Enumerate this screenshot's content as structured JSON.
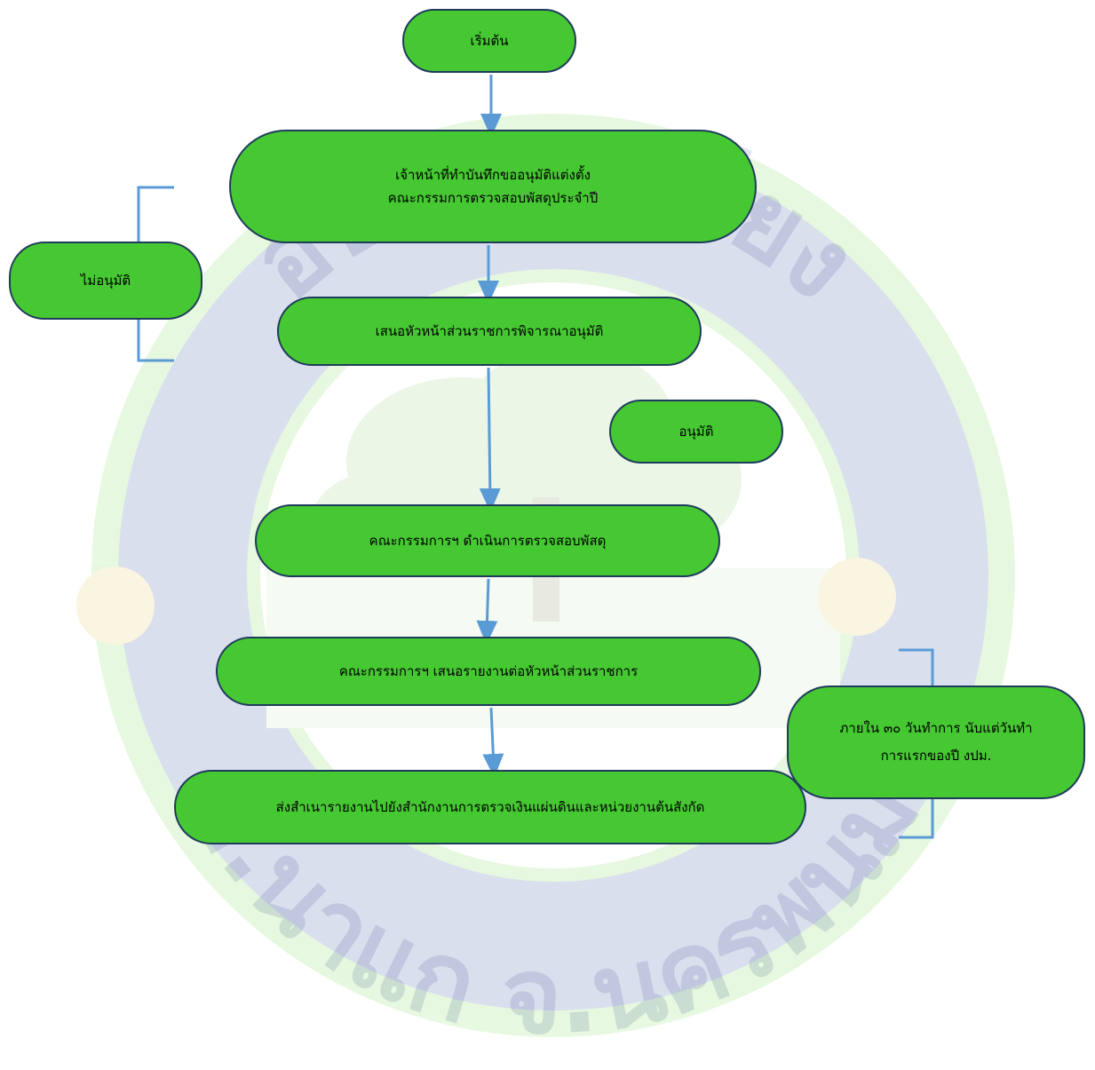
{
  "nodes": {
    "start": "เริ่มต้น",
    "memo_line1": "เจ้าหน้าที่ทำบันทึกขออนุมัติแต่งตั้ง",
    "memo_line2": "คณะกรรมการตรวจสอบพัสดุประจำปี",
    "propose": "เสนอหัวหน้าส่วนราชการพิจารณาอนุมัติ",
    "reject": "ไม่อนุมัติ",
    "approve": "อนุมัติ",
    "inspect": "คณะกรรมการฯ ดำเนินการตรวจสอบพัสดุ",
    "report": "คณะกรรมการฯ เสนอรายงานต่อหัวหน้าส่วนราชการ",
    "send": "ส่งสำเนารายงานไปยังสำนักงานการตรวจเงินแผ่นดินและหน่วยงานต้นสังกัด",
    "deadline_line1": "ภายใน ๓๐ วันทำการ นับแต่วันทำ",
    "deadline_line2": "การแรกของปี งปม."
  },
  "watermark": {
    "text_top": "อบต.นาเลียง",
    "text_bottom": "อ.นาแก จ.นครพนม"
  },
  "colors": {
    "node_fill": "#46c832",
    "node_border": "#1f3b5c",
    "arrow": "#5b9bd5",
    "watermark_ring": "#2c4a9e",
    "watermark_rim": "#6fd94a"
  }
}
